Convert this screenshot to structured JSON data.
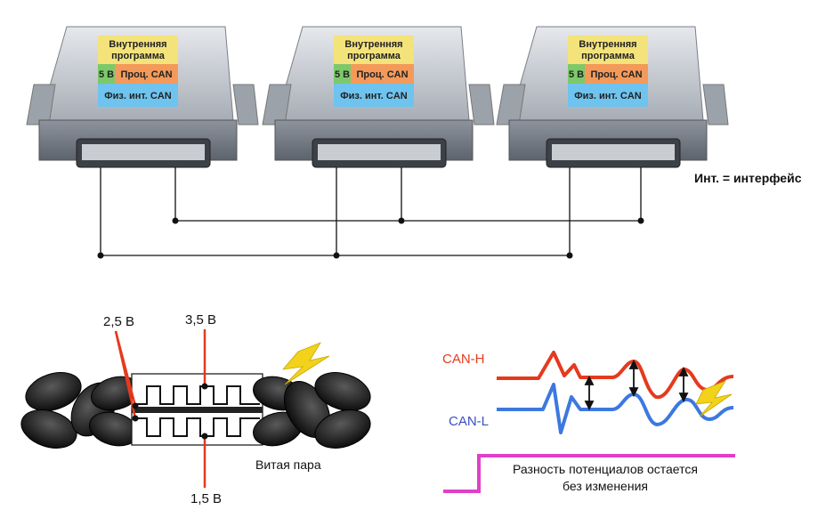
{
  "ecus": [
    {
      "program_label": [
        "Внутренняя",
        "программа"
      ],
      "power_label": "5 В",
      "controller_label": "Проц. CAN",
      "interface_label": "Физ. инт. CAN"
    },
    {
      "program_label": [
        "Внутренняя",
        "программа"
      ],
      "power_label": "5 В",
      "controller_label": "Проц. CAN",
      "interface_label": "Физ. инт. CAN"
    },
    {
      "program_label": [
        "Внутренняя",
        "программа"
      ],
      "power_label": "5 В",
      "controller_label": "Проц. CAN",
      "interface_label": "Физ. инт. CAN"
    }
  ],
  "legend_note": "Инт. = интерфейс",
  "twisted_pair": {
    "voltage_left_top": "2,5 В",
    "voltage_high": "3,5 В",
    "voltage_low": "1,5 В",
    "caption": "Витая пара"
  },
  "signal_plot": {
    "can_h_label": "CAN-H",
    "can_l_label": "CAN-L",
    "difference_caption": [
      "Разность потенциалов остается",
      "без изменения"
    ],
    "colors": {
      "can_h": "#e53a1e",
      "can_l": "#3c78e0",
      "difference": "#e040c8"
    }
  },
  "colors": {
    "program_box": "#f3e37a",
    "power_box": "#7cc96a",
    "controller_box": "#f39a5a",
    "interface_box": "#6fc3ef",
    "ecu_body": "#bfc4cc",
    "lightning": "#f2d21a"
  }
}
